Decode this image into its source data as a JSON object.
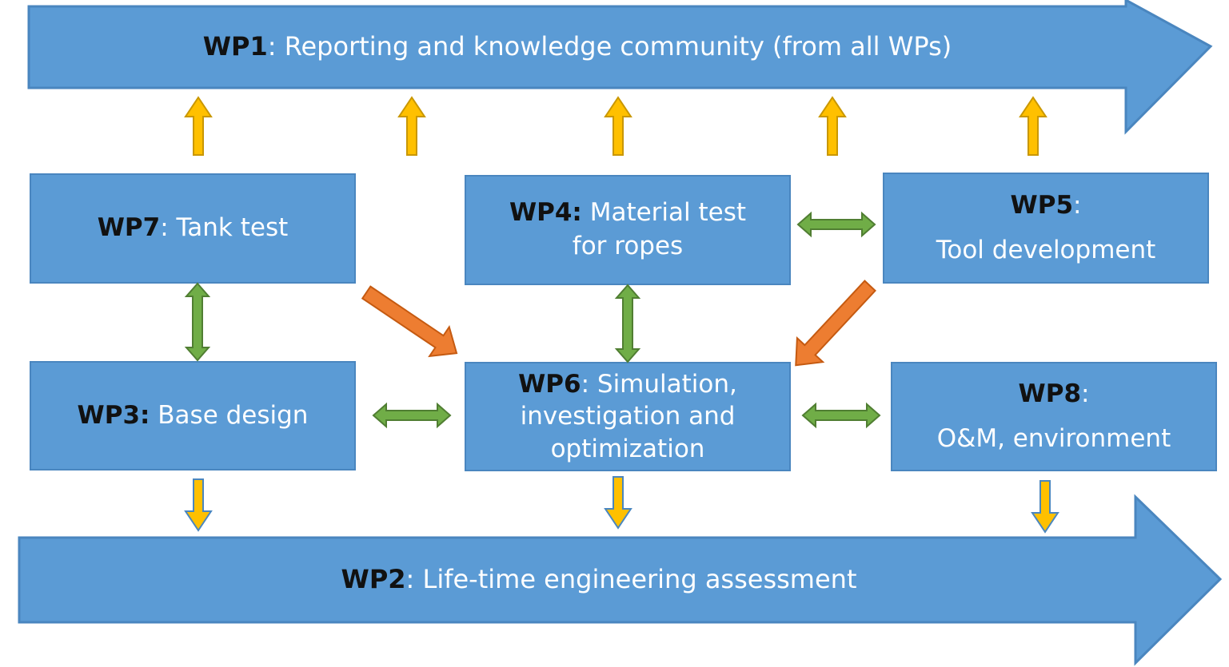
{
  "colors": {
    "box_fill": "#5b9bd5",
    "box_stroke": "#4a86bf",
    "label_text": "#ffffff",
    "code_text": "#111111",
    "up_arrow": "#ffc000",
    "down_arrow": "#ffc000",
    "bidirectional_arrow": "#70ad47",
    "diagonal_arrow": "#ed7d31"
  },
  "wp1": {
    "code": "WP1",
    "text": ": Reporting and knowledge community (from all WPs)"
  },
  "wp2": {
    "code": "WP2",
    "text": ": Life-time engineering assessment"
  },
  "wp3": {
    "code": "WP3:",
    "text": " Base design"
  },
  "wp4": {
    "code": "WP4:",
    "text": " Material test",
    "text2": "for ropes"
  },
  "wp5": {
    "code": "WP5",
    "text": ":",
    "text2": "Tool development"
  },
  "wp6": {
    "code": "WP6",
    "text": ": Simulation,",
    "text2": "investigation and",
    "text3": "optimization"
  },
  "wp7": {
    "code": "WP7",
    "text": ": Tank test"
  },
  "wp8": {
    "code": "WP8",
    "text": ":",
    "text2": "O&M, environment"
  }
}
